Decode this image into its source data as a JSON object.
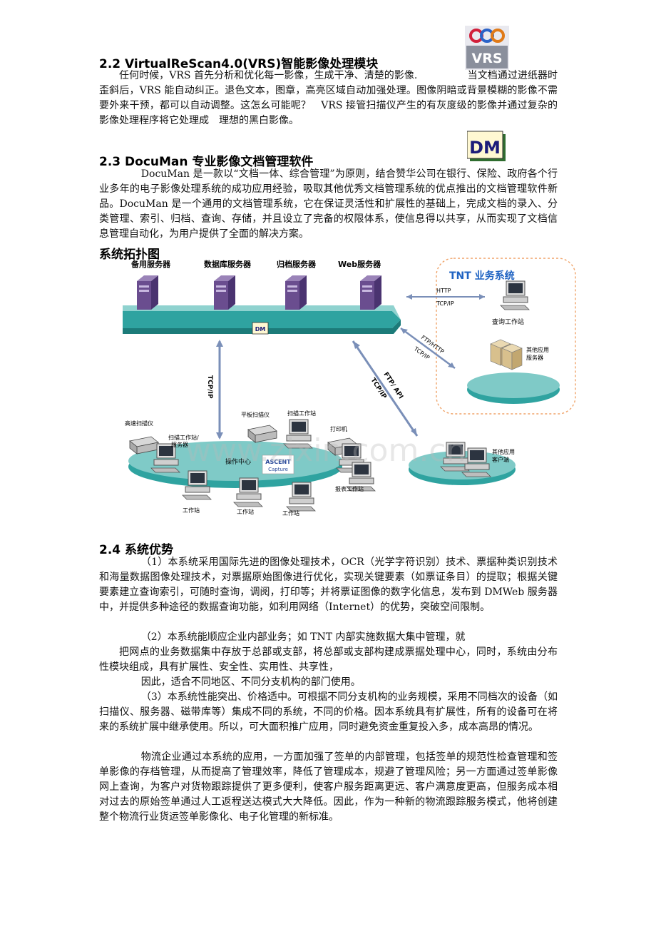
{
  "s22": {
    "heading": "2.2 VirtualReScan4.0(VRS)智能影像处理模块",
    "para": "任何时候，VRS 首先分析和优化每一影像，生成干净、清楚的影像.　　　　　当文档通过进纸器时歪斜后，VRS 能自动纠正。退色文本，图章，高亮区域自动加强处理。图像阴暗或背景模糊的影像不需要外来干预，都可以自动调整。这怎幺可能呢？　VRS 接管扫描仪产生的有灰度级的影像并通过复杂的影像处理程序将它处理成　理想的黑白影像。",
    "logo_text": "VRS"
  },
  "s23": {
    "heading": "2.3 DocuMan  专业影像文档管理软件",
    "para": "DocuMan 是一款以“文档一体、综合管理”为原则，结合赞华公司在银行、保险、政府各个行业多年的电子影像处理系统的成功应用经验，吸取其他优秀文档管理系统的优点推出的文档管理软件新品。DocuMan 是一个通用的文档管理系统，它在保证灵活性和扩展性的基础上，完成文档的录入、分类管理、索引、归档、查询、存储，并且设立了完备的权限体系，使信息得以共享，从而实现了文档信息管理自动化，为用户提供了全面的解决方案。",
    "logo_text": "DM"
  },
  "topology": {
    "heading": "系统拓扑图",
    "servers": [
      "备用服务器",
      "数据库服务器",
      "归档服务器",
      "Web服务器"
    ],
    "tnt_title": "TNT 业务系统",
    "proto_http": "HTTP",
    "proto_tcpip": "TCP/IP",
    "query_ws": "查询工作站",
    "other_server_1": "其他应用",
    "other_server_2": "服务器",
    "ftp_http": "FTP/HTTP",
    "tcpip_2": "TCP/IP",
    "ftp_api": "FTP/ API",
    "tcpip_3": "TCP/IP",
    "tcpip_vert": "TCP/IP",
    "hs_scanner": "高速扫描仪",
    "scan_ws_server_1": "扫描工作站/",
    "scan_ws_server_2": "服务器",
    "flatbed": "平板扫描仪",
    "scan_ws": "扫描工作站",
    "printer": "打印机",
    "ops_center": "操作中心",
    "ascent_1": "ASCENT",
    "ascent_2": "Capture",
    "ws_a": "工作站",
    "ws_b": "工作站",
    "ws_c": "工作站",
    "report_ws": "报表工作站",
    "other_client_1": "其他应用",
    "other_client_2": "客户端",
    "dm_small": "DM",
    "watermark": "www.zixin.com.cn"
  },
  "s24": {
    "heading": "2.4 系统优势",
    "p1": "（1）本系统采用国际先进的图像处理技术，OCR（光学字符识别）技术、票据种类识别技术和海量数据图像处理技术，对票据原始图像进行优化，实现关键要素（如票证条目）的提取；根据关键要素建立查询索引，可随时查询，调阅，打印等；并将票证图像的数字化信息，发布到 DMWeb 服务器中，并提供多种途径的数据查询功能，如利用网络（Internet）的优势，突破空间限制。",
    "p2a": "（2）本系统能顺应企业内部业务；如 TNT 内部实施数据大集中管理，就",
    "p2b": "把网点的业务数据集中存放于总部或支部，将总部或支部构建成票据处理中心，同时，系统由分布性模块组成，具有扩展性、安全性、实用性、共享性，",
    "p2c": "因此，适合不同地区、不同分支机构的部门使用。",
    "p3": "（3）本系统性能突出、价格适中。可根据不同分支机构的业务规模，采用不同档次的设备（如扫描仪、服务器、磁带库等）集成不同的系统，不同的价格。因本系统具有扩展性，所有的设备可在将来的系统扩展中继承使用。所以，可大面积推广应用，同时避免资金重复投入多，成本高昂的情况。",
    "p4": "物流企业通过本系统的应用，一方面加强了签单的内部管理，包括签单的规范性检查管理和签单影像的存档管理，从而提高了管理效率，降低了管理成本，规避了管理风险；另一方面通过签单影像网上查询，为客户对货物跟踪提供了更多便利，使客户服务距离更远、客户满意度更高，但服务成本相对过去的原始签单通过人工返程送达模式大大降低。因此，作为一种新的物流跟踪服务模式，他将创建整个物流行业货运签单影像化、电子化管理的新标准。"
  },
  "colors": {
    "platform": "#2fa3a0",
    "tnt_border": "#f0a46a",
    "tnt_title": "#1f63c2",
    "server_purple": "#6a4d8f"
  }
}
